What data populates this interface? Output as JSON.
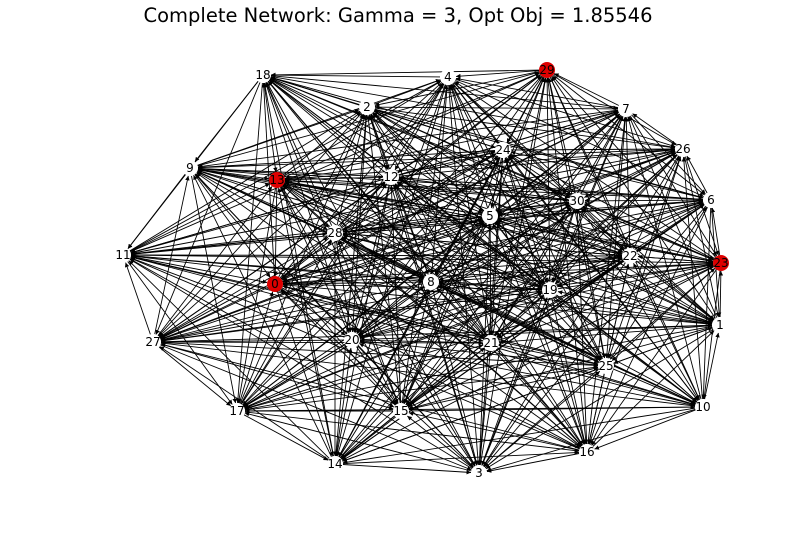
{
  "title": "Complete Network: Gamma = 3, Opt Obj = 1.85546",
  "colors": {
    "default_node": "#ffffff",
    "highlight_node": "#dd0000",
    "edge": "#000000",
    "background": "#ffffff"
  },
  "graph": {
    "directed": true,
    "complete": true,
    "nodes": [
      {
        "id": "0",
        "highlighted": true
      },
      {
        "id": "1",
        "highlighted": false
      },
      {
        "id": "2",
        "highlighted": false
      },
      {
        "id": "3",
        "highlighted": false
      },
      {
        "id": "4",
        "highlighted": false
      },
      {
        "id": "5",
        "highlighted": false
      },
      {
        "id": "6",
        "highlighted": false
      },
      {
        "id": "7",
        "highlighted": false
      },
      {
        "id": "8",
        "highlighted": false
      },
      {
        "id": "9",
        "highlighted": false
      },
      {
        "id": "10",
        "highlighted": false
      },
      {
        "id": "11",
        "highlighted": false
      },
      {
        "id": "12",
        "highlighted": false
      },
      {
        "id": "13",
        "highlighted": true
      },
      {
        "id": "14",
        "highlighted": false
      },
      {
        "id": "15",
        "highlighted": false
      },
      {
        "id": "16",
        "highlighted": false
      },
      {
        "id": "17",
        "highlighted": false
      },
      {
        "id": "18",
        "highlighted": false
      },
      {
        "id": "19",
        "highlighted": false
      },
      {
        "id": "20",
        "highlighted": false
      },
      {
        "id": "21",
        "highlighted": false
      },
      {
        "id": "22",
        "highlighted": false
      },
      {
        "id": "23",
        "highlighted": true
      },
      {
        "id": "24",
        "highlighted": false
      },
      {
        "id": "25",
        "highlighted": false
      },
      {
        "id": "26",
        "highlighted": false
      },
      {
        "id": "28",
        "highlighted": false
      },
      {
        "id": "27",
        "highlighted": false
      },
      {
        "id": "29",
        "highlighted": true
      },
      {
        "id": "30",
        "highlighted": false
      }
    ]
  }
}
